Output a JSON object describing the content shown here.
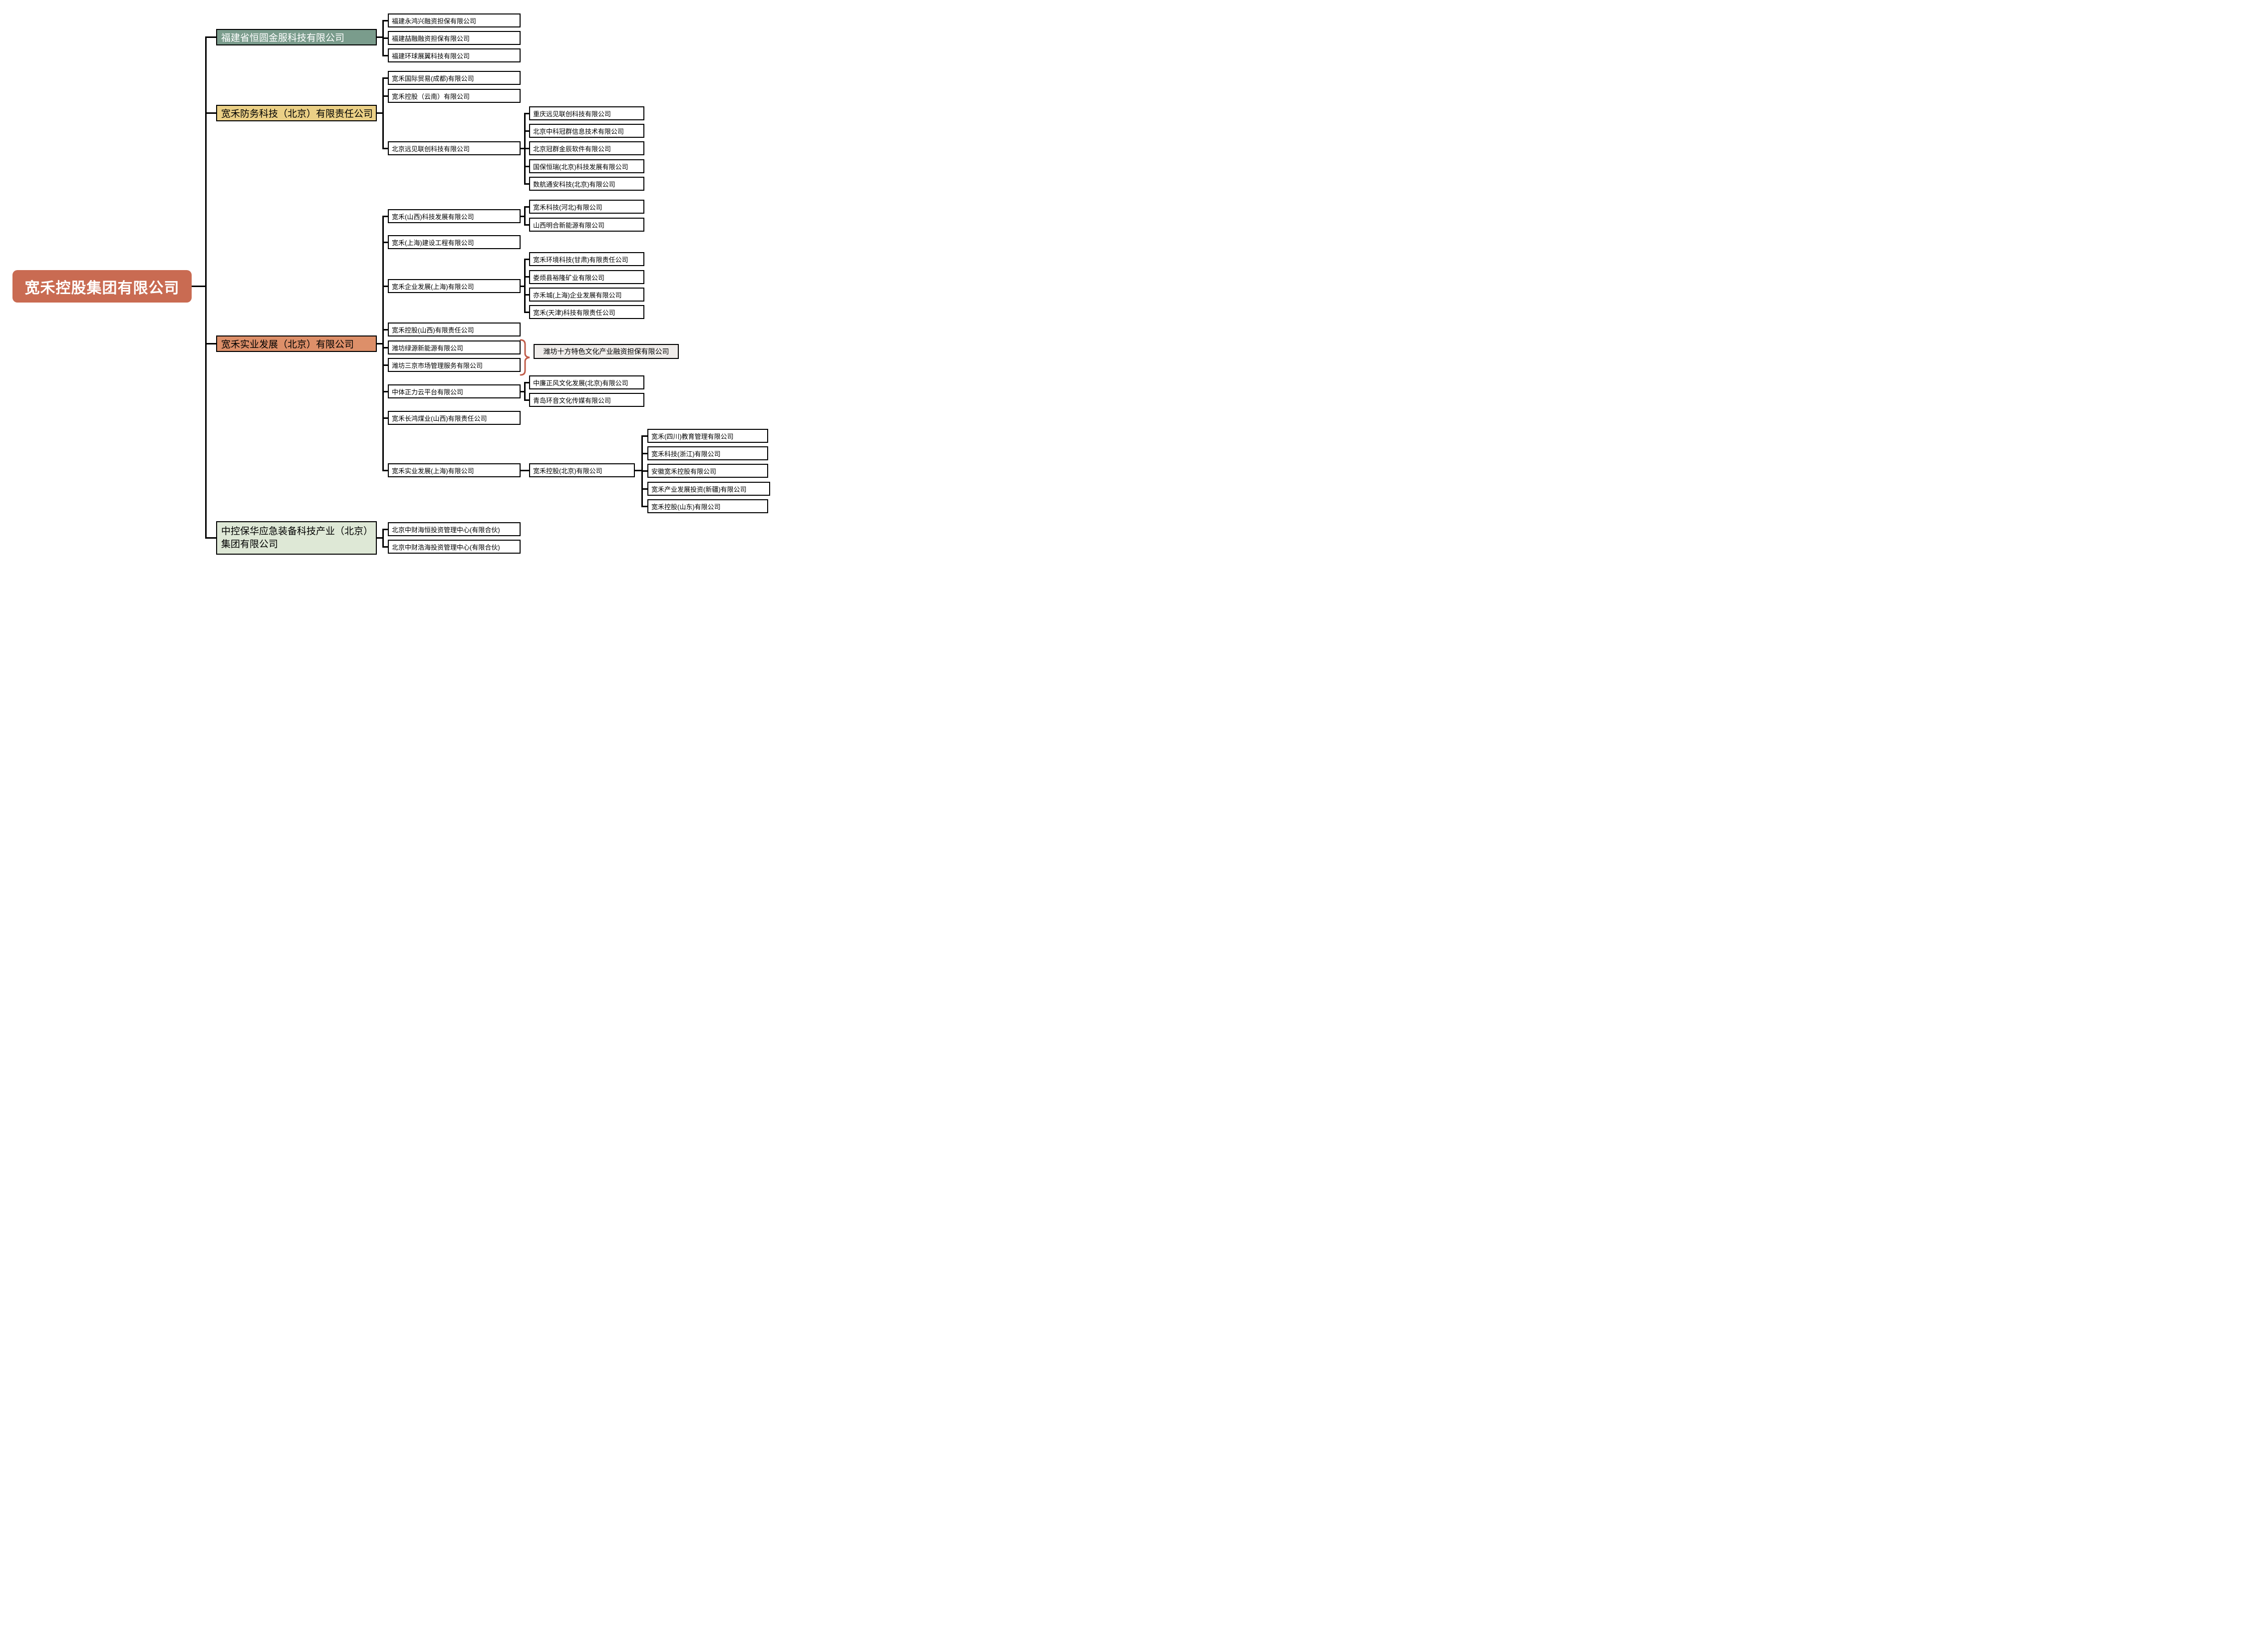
{
  "palette": {
    "root_bg": "#C96B52",
    "root_text": "#FFFFFF",
    "level1_green_bg": "#7A9C8C",
    "level1_yellow_bg": "#EBD086",
    "level1_orange_bg": "#DD8F69",
    "level1_lightgreen_bg": "#DEE8D6",
    "leaf_bg": "#FFFFFF",
    "joint_box_bg": "#EFECEA",
    "connector": "#000000",
    "brace": "#C05C49"
  },
  "companies": {
    "root": "宽禾控股集团有限公司",
    "hengyuan": "福建省恒圆金服科技有限公司",
    "fangwu": "宽禾防务科技（北京）有限责任公司",
    "shiye": "宽禾实业发展（北京）有限公司",
    "zhongkong": "中控保华应急装备科技产业（北京）集团有限公司",
    "yonghongxing": "福建永鸿兴融资担保有限公司",
    "zherong": "福建喆融融资担保有限公司",
    "huanqiu": "福建环球展翼科技有限公司",
    "guomao": "宽禾国际贸易(成都)有限公司",
    "yunnan": "宽禾控股（云南）有限公司",
    "yuanjian": "北京远见联创科技有限公司",
    "cqyuanjian": "重庆远见联创科技有限公司",
    "zhongke": "北京中科冠群信息技术有限公司",
    "jinchen": "北京冠群金辰软件有限公司",
    "guobao": "国保恒瑞(北京)科技发展有限公司",
    "shuhang": "数航通安科技(北京)有限公司",
    "shanxikeji": "宽禾(山西)科技发展有限公司",
    "hebei": "宽禾科技(河北)有限公司",
    "minghe": "山西明合新能源有限公司",
    "shjianshe": "宽禾(上海)建设工程有限公司",
    "qiyefazhan": "宽禾企业发展(上海)有限公司",
    "gansu": "宽禾环境科技(甘肃)有限责任公司",
    "yulong": "娄烦县裕隆矿业有限公司",
    "yihecheng": "亦禾城(上海)企业发展有限公司",
    "tianjin": "宽禾(天津)科技有限责任公司",
    "sxkonggu": "宽禾控股(山西)有限责任公司",
    "lvyuan": "潍坊绿源新能源有限公司",
    "sanjing": "潍坊三京市场管理服务有限公司",
    "shifang": "潍坊十方特色文化产业融资担保有限公司",
    "zhongti": "中体正力云平台有限公司",
    "zhonglian": "中廉正风文化发展(北京)有限公司",
    "qingdao": "青岛环音文化传媒有限公司",
    "changhong": "宽禾长鸿煤业(山西)有限责任公司",
    "shshiye": "宽禾实业发展(上海)有限公司",
    "bjkonggu": "宽禾控股(北京)有限公司",
    "sichuan": "宽禾(四川)教育管理有限公司",
    "zhejiang": "宽禾科技(浙江)有限公司",
    "anhui": "安徽宽禾控股有限公司",
    "xinjiang": "宽禾产业发展投资(新疆)有限公司",
    "shandong": "宽禾控股(山东)有限公司",
    "haiheng": "北京中财海恒投资管理中心(有限合伙)",
    "haohai": "北京中财浩海投资管理中心(有限合伙)"
  },
  "edges": [
    [
      "root",
      "hengyuan"
    ],
    [
      "root",
      "fangwu"
    ],
    [
      "root",
      "shiye"
    ],
    [
      "root",
      "zhongkong"
    ],
    [
      "hengyuan",
      "yonghongxing"
    ],
    [
      "hengyuan",
      "zherong"
    ],
    [
      "hengyuan",
      "huanqiu"
    ],
    [
      "fangwu",
      "guomao"
    ],
    [
      "fangwu",
      "yunnan"
    ],
    [
      "fangwu",
      "yuanjian"
    ],
    [
      "yuanjian",
      "cqyuanjian"
    ],
    [
      "yuanjian",
      "zhongke"
    ],
    [
      "yuanjian",
      "jinchen"
    ],
    [
      "yuanjian",
      "guobao"
    ],
    [
      "yuanjian",
      "shuhang"
    ],
    [
      "shiye",
      "shanxikeji"
    ],
    [
      "shiye",
      "shjianshe"
    ],
    [
      "shiye",
      "qiyefazhan"
    ],
    [
      "shiye",
      "sxkonggu"
    ],
    [
      "shiye",
      "lvyuan"
    ],
    [
      "shiye",
      "sanjing"
    ],
    [
      "shiye",
      "zhongti"
    ],
    [
      "shiye",
      "changhong"
    ],
    [
      "shiye",
      "shshiye"
    ],
    [
      "shanxikeji",
      "hebei"
    ],
    [
      "shanxikeji",
      "minghe"
    ],
    [
      "qiyefazhan",
      "gansu"
    ],
    [
      "qiyefazhan",
      "yulong"
    ],
    [
      "qiyefazhan",
      "yihecheng"
    ],
    [
      "qiyefazhan",
      "tianjin"
    ],
    [
      "zhongti",
      "zhonglian"
    ],
    [
      "zhongti",
      "qingdao"
    ],
    [
      "shshiye",
      "bjkonggu"
    ],
    [
      "bjkonggu",
      "sichuan"
    ],
    [
      "bjkonggu",
      "zhejiang"
    ],
    [
      "bjkonggu",
      "anhui"
    ],
    [
      "bjkonggu",
      "xinjiang"
    ],
    [
      "bjkonggu",
      "shandong"
    ],
    [
      "zhongkong",
      "haiheng"
    ],
    [
      "zhongkong",
      "haohai"
    ]
  ],
  "brace_link": {
    "from": [
      "lvyuan",
      "sanjing"
    ],
    "to": "shifang",
    "style": "brace"
  }
}
